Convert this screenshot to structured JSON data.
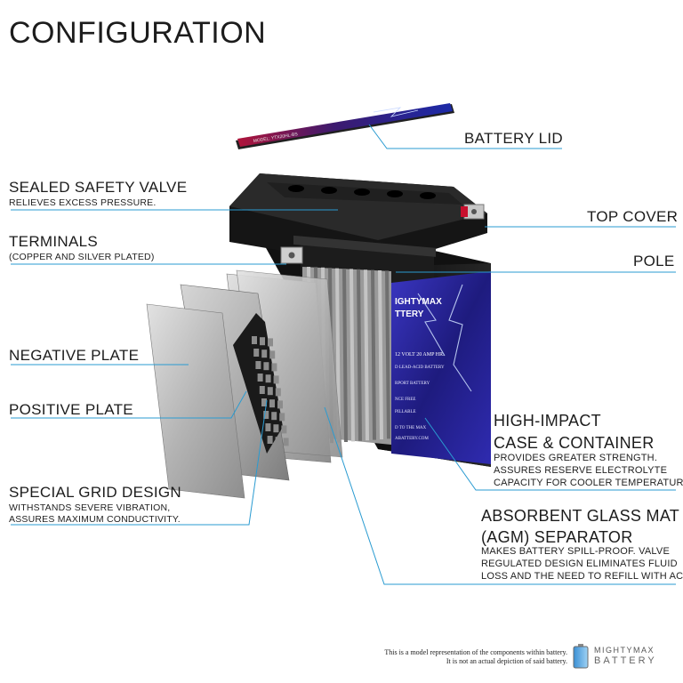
{
  "title": "CONFIGURATION",
  "labels": {
    "battery_lid": "BATTERY LID",
    "sealed_valve": "SEALED SAFETY VALVE",
    "sealed_valve_sub": "RELIEVES EXCESS PRESSURE.",
    "top_cover": "TOP COVER",
    "terminals": "TERMINALS",
    "terminals_sub": "(COPPER AND SILVER PLATED)",
    "pole": "POLE",
    "negative_plate": "NEGATIVE PLATE",
    "positive_plate": "POSITIVE PLATE",
    "high_impact_1": "HIGH-IMPACT",
    "high_impact_2": "CASE & CONTAINER",
    "high_impact_sub_1": "PROVIDES GREATER STRENGTH.",
    "high_impact_sub_2": "ASSURES RESERVE ELECTROLYTE",
    "high_impact_sub_3": "CAPACITY FOR COOLER TEMPERATURES.",
    "grid_design": "SPECIAL GRID DESIGN",
    "grid_design_sub_1": "WITHSTANDS SEVERE VIBRATION,",
    "grid_design_sub_2": "ASSURES MAXIMUM CONDUCTIVITY.",
    "agm_1": "ABSORBENT GLASS MAT",
    "agm_2": "(AGM) SEPARATOR",
    "agm_sub_1": "MAKES BATTERY SPILL-PROOF. VALVE",
    "agm_sub_2": "REGULATED DESIGN ELIMINATES FLUID",
    "agm_sub_3": "LOSS AND THE NEED TO REFILL WITH ACID."
  },
  "battery_face": {
    "brand_line_1": "IGHTYMAX",
    "brand_line_2": "TTERY",
    "spec": "12 VOLT 20 AMP HR.",
    "type": "D LEAD-ACID BATTERY",
    "l3": "RPORT BATTERY",
    "l4": "NCE FREE",
    "l5": "PILLABLE",
    "l6": "D TO THE MAX",
    "url": "ABATTERY.COM"
  },
  "lid_text": "MODEL: YTX20HL-BS",
  "disclaimer_1": "This is a model representation of the components within battery.",
  "disclaimer_2": "It is not an actual depiction of said battery.",
  "logo": {
    "line1": "MIGHTYMAX",
    "line2": "BATTERY"
  },
  "colors": {
    "leader_line": "#2a9bd1",
    "casing": "#141414",
    "face_blue": "#2c2a9e",
    "lid_red": "#b0143a",
    "plate_grey": "#b9b9b9"
  }
}
